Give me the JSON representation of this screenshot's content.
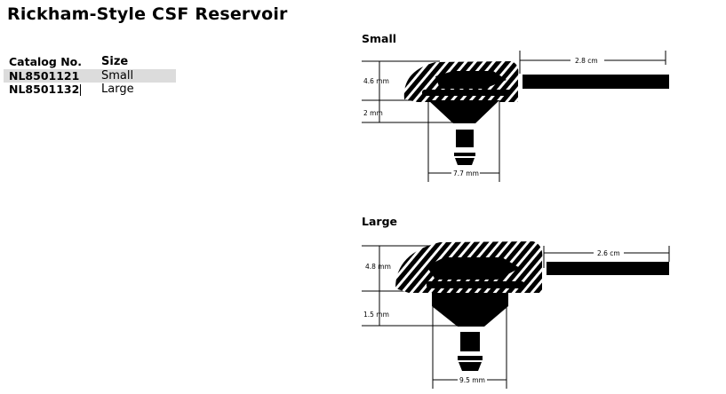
{
  "title": "Rickham-Style CSF Reservoir",
  "table": {
    "headers": [
      "Catalog No.",
      "Size"
    ],
    "rows": [
      {
        "catalog": "NL8501121",
        "size": "Small"
      },
      {
        "catalog": "NL8501132",
        "size": "Large"
      }
    ]
  },
  "diagrams": [
    {
      "label": "Small",
      "height": "4.6 mm",
      "base": "2 mm",
      "tube": "2.8 cm",
      "width": "7.7 mm"
    },
    {
      "label": "Large",
      "height": "4.8 mm",
      "base": "1.5 mm",
      "tube": "2.6 cm",
      "width": "9.5 mm"
    }
  ]
}
